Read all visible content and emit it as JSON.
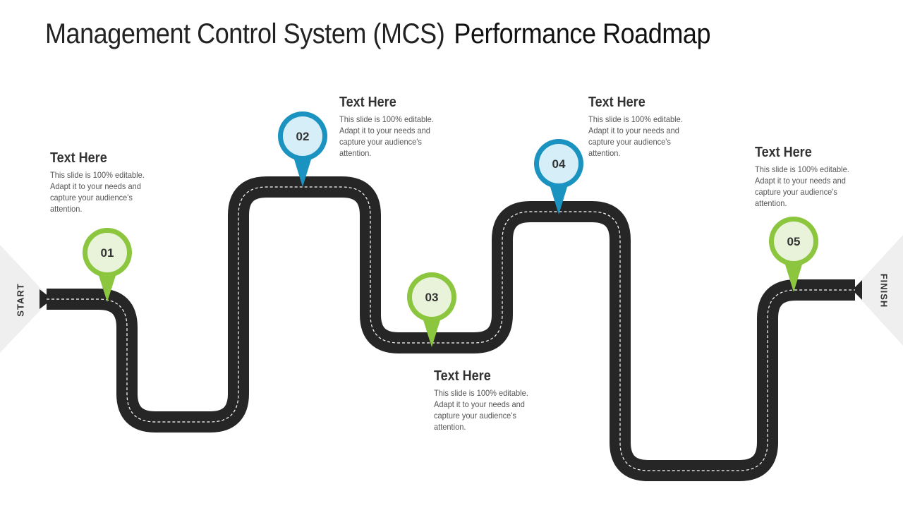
{
  "title_part1": "Management Control System (MCS)",
  "title_part2": "Performance Roadmap",
  "start_label": "START",
  "finish_label": "FINISH",
  "colors": {
    "green": "#8cc63f",
    "green_fill": "#e8f3da",
    "blue": "#1a93c0",
    "blue_fill": "#d6eef8",
    "road": "#262626"
  },
  "milestones": [
    {
      "number": "01",
      "color": "green",
      "title": "Text Here",
      "body": "This slide is 100% editable. Adapt it to your needs and capture your audience's attention."
    },
    {
      "number": "02",
      "color": "blue",
      "title": "Text Here",
      "body": "This slide is 100% editable. Adapt it to your needs and capture your audience's attention."
    },
    {
      "number": "03",
      "color": "green",
      "title": "Text Here",
      "body": "This slide is 100% editable. Adapt it to your needs and capture your audience's attention."
    },
    {
      "number": "04",
      "color": "blue",
      "title": "Text Here",
      "body": "This slide is 100% editable. Adapt it to your needs and capture your audience's attention."
    },
    {
      "number": "05",
      "color": "green",
      "title": "Text Here",
      "body": "This slide is 100% editable. Adapt it to your needs and capture your audience's attention."
    }
  ]
}
